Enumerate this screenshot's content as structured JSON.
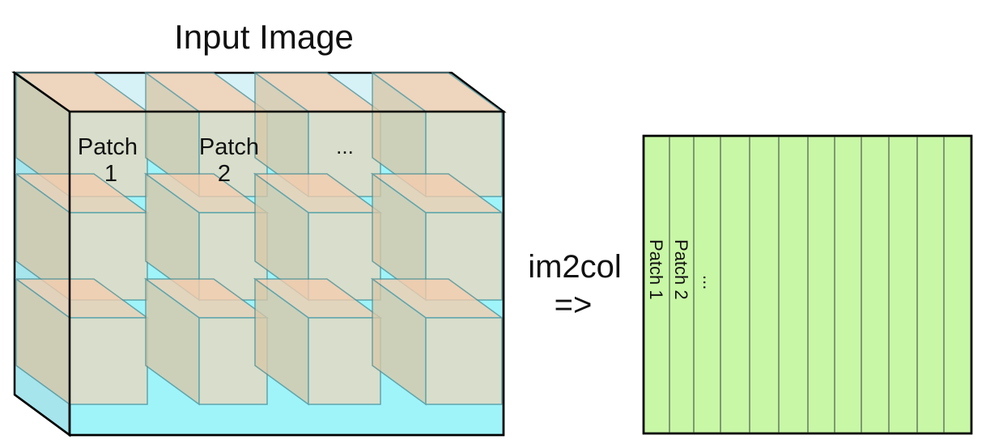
{
  "title": "Input Image",
  "patch_labels": [
    {
      "line1": "Patch",
      "line2": "1"
    },
    {
      "line1": "Patch",
      "line2": "2"
    },
    {
      "line1": "...",
      "line2": ""
    }
  ],
  "arrow_label": {
    "line1": "im2col",
    "line2": "=>"
  },
  "column_labels": [
    "Patch 1",
    "Patch 2",
    "..."
  ],
  "colors": {
    "image_face": "#9ff4fa",
    "image_top": "#d6f2f6",
    "image_side": "#a6e5ec",
    "patch_front": "#e8d8bf",
    "patch_top": "#f5cdae",
    "patch_side": "#d9c7a8",
    "patch_edge": "#4e8f96",
    "matrix_fill": "#c8f7a6",
    "matrix_line": "#7d9a72"
  }
}
